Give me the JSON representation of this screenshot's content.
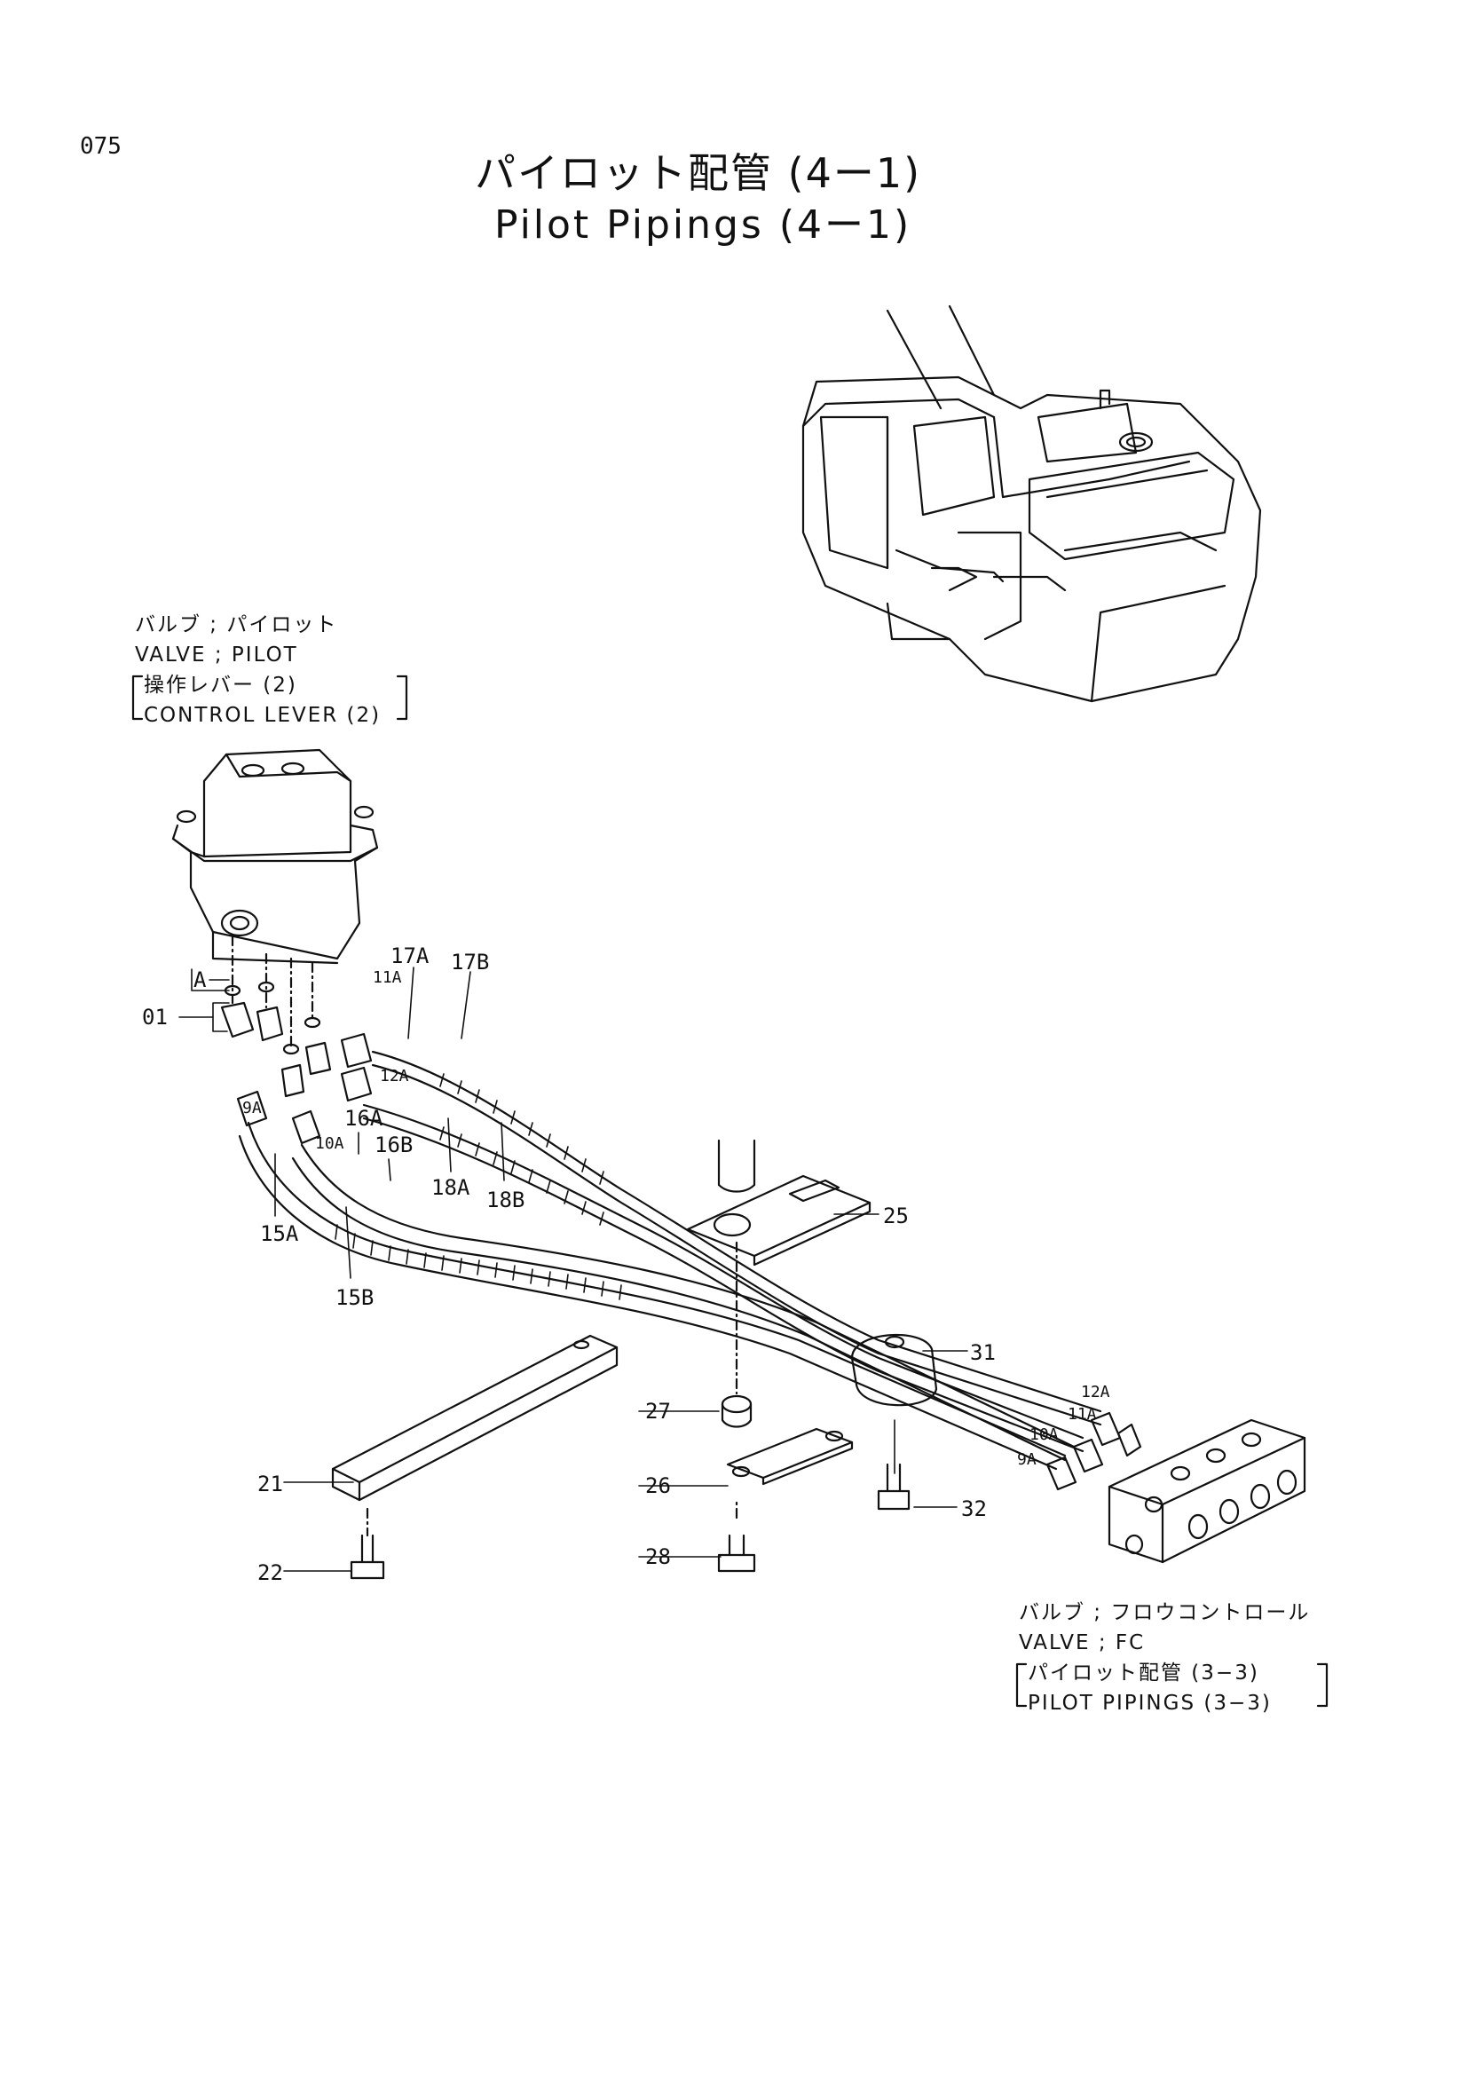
{
  "page_number": "075",
  "title": {
    "japanese": "パイロット配管 (4ー1)",
    "english": "Pilot Pipings (4ー1)"
  },
  "captions": {
    "pilot_valve": {
      "line1": "バルブ ; パイロット",
      "line2": "VALVE ; PILOT",
      "sub1": "操作レバー (2)",
      "sub2": "CONTROL LEVER (2)"
    },
    "fc_valve": {
      "line1": "バルブ ; フロウコントロール",
      "line2": "VALVE ; FC",
      "sub1": "パイロット配管 (3−3)",
      "sub2": "PILOT PIPINGS (3−3)"
    }
  },
  "part_labels": {
    "p01": "01",
    "pA": "A",
    "p9A": "9A",
    "p10A": "10A",
    "p11A": "11A",
    "p12A": "12A",
    "p15A": "15A",
    "p15B": "15B",
    "p16A": "16A",
    "p16B": "16B",
    "p17A": "17A",
    "p17B": "17B",
    "p18A": "18A",
    "p18B": "18B",
    "p21": "21",
    "p22": "22",
    "p25": "25",
    "p26": "26",
    "p27": "27",
    "p28": "28",
    "p31": "31",
    "p32": "32",
    "r9A": "9A",
    "r10A": "10A",
    "r11A": "11A",
    "r12A": "12A"
  }
}
